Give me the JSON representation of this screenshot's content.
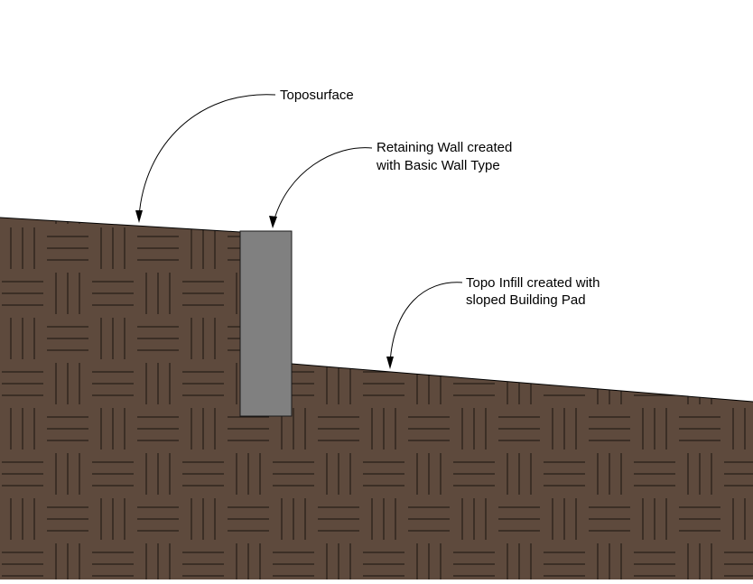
{
  "labels": {
    "toposurface": "Toposurface",
    "retaining_wall_line1": "Retaining Wall created",
    "retaining_wall_line2": "with Basic Wall Type",
    "topo_infill_line1": "Topo Infill created with",
    "topo_infill_line2": "sloped Building Pad"
  },
  "colors": {
    "earth_fill": "#5e4a3d",
    "hatch_stroke": "#1a1410",
    "wall_fill": "#808080",
    "wall_stroke": "#1a1a1a",
    "leader_stroke": "#000000",
    "background": "#ffffff"
  },
  "hatch_pattern": "basketweave"
}
